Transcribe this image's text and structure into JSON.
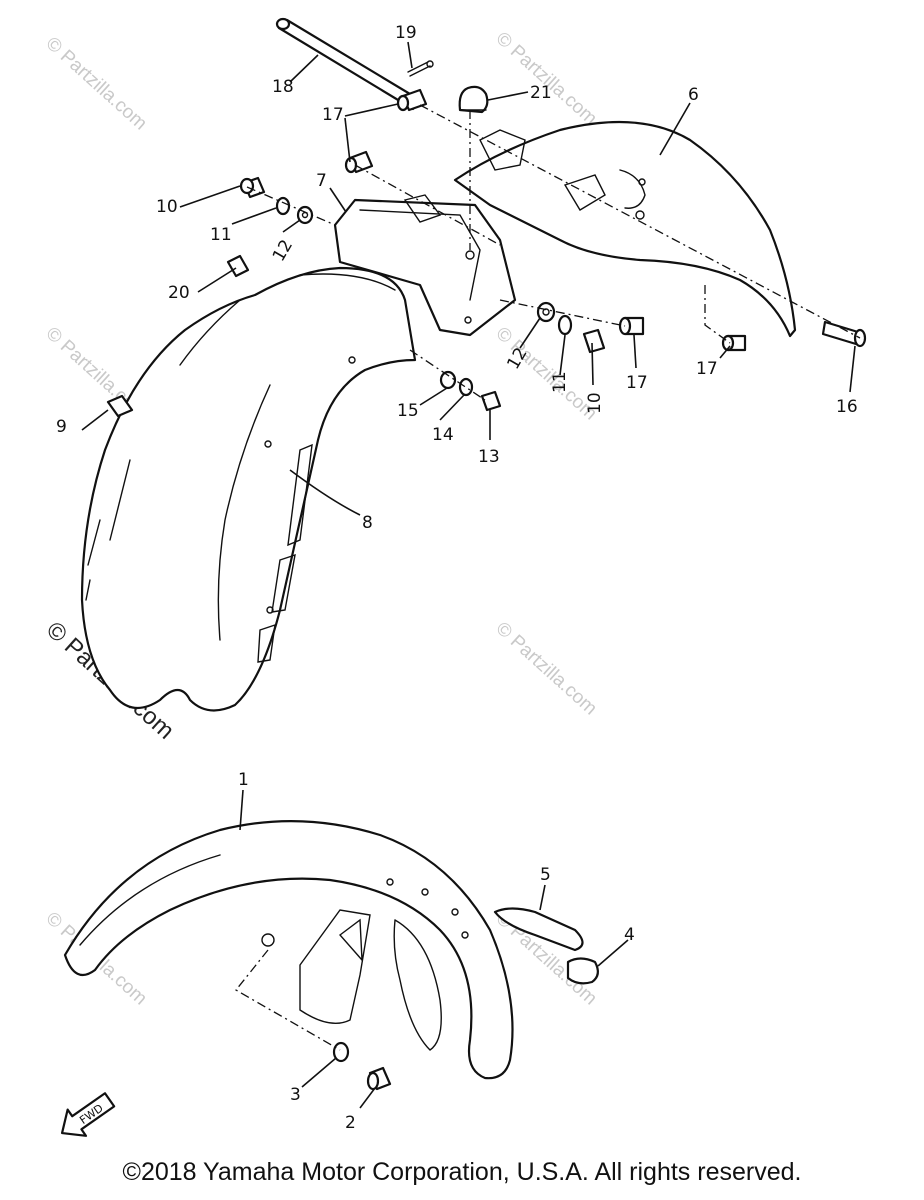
{
  "watermark": {
    "text": "© Partzilla.com"
  },
  "callouts": [
    "1",
    "2",
    "3",
    "4",
    "5",
    "6",
    "7",
    "8",
    "9",
    "10",
    "10",
    "11",
    "11",
    "12",
    "12",
    "13",
    "14",
    "15",
    "16",
    "17",
    "17",
    "17",
    "18",
    "19",
    "20",
    "21"
  ],
  "direction_badge": "FWD",
  "footer": {
    "copyright": "©2018  Yamaha Motor Corporation, U.S.A. All rights reserved."
  }
}
